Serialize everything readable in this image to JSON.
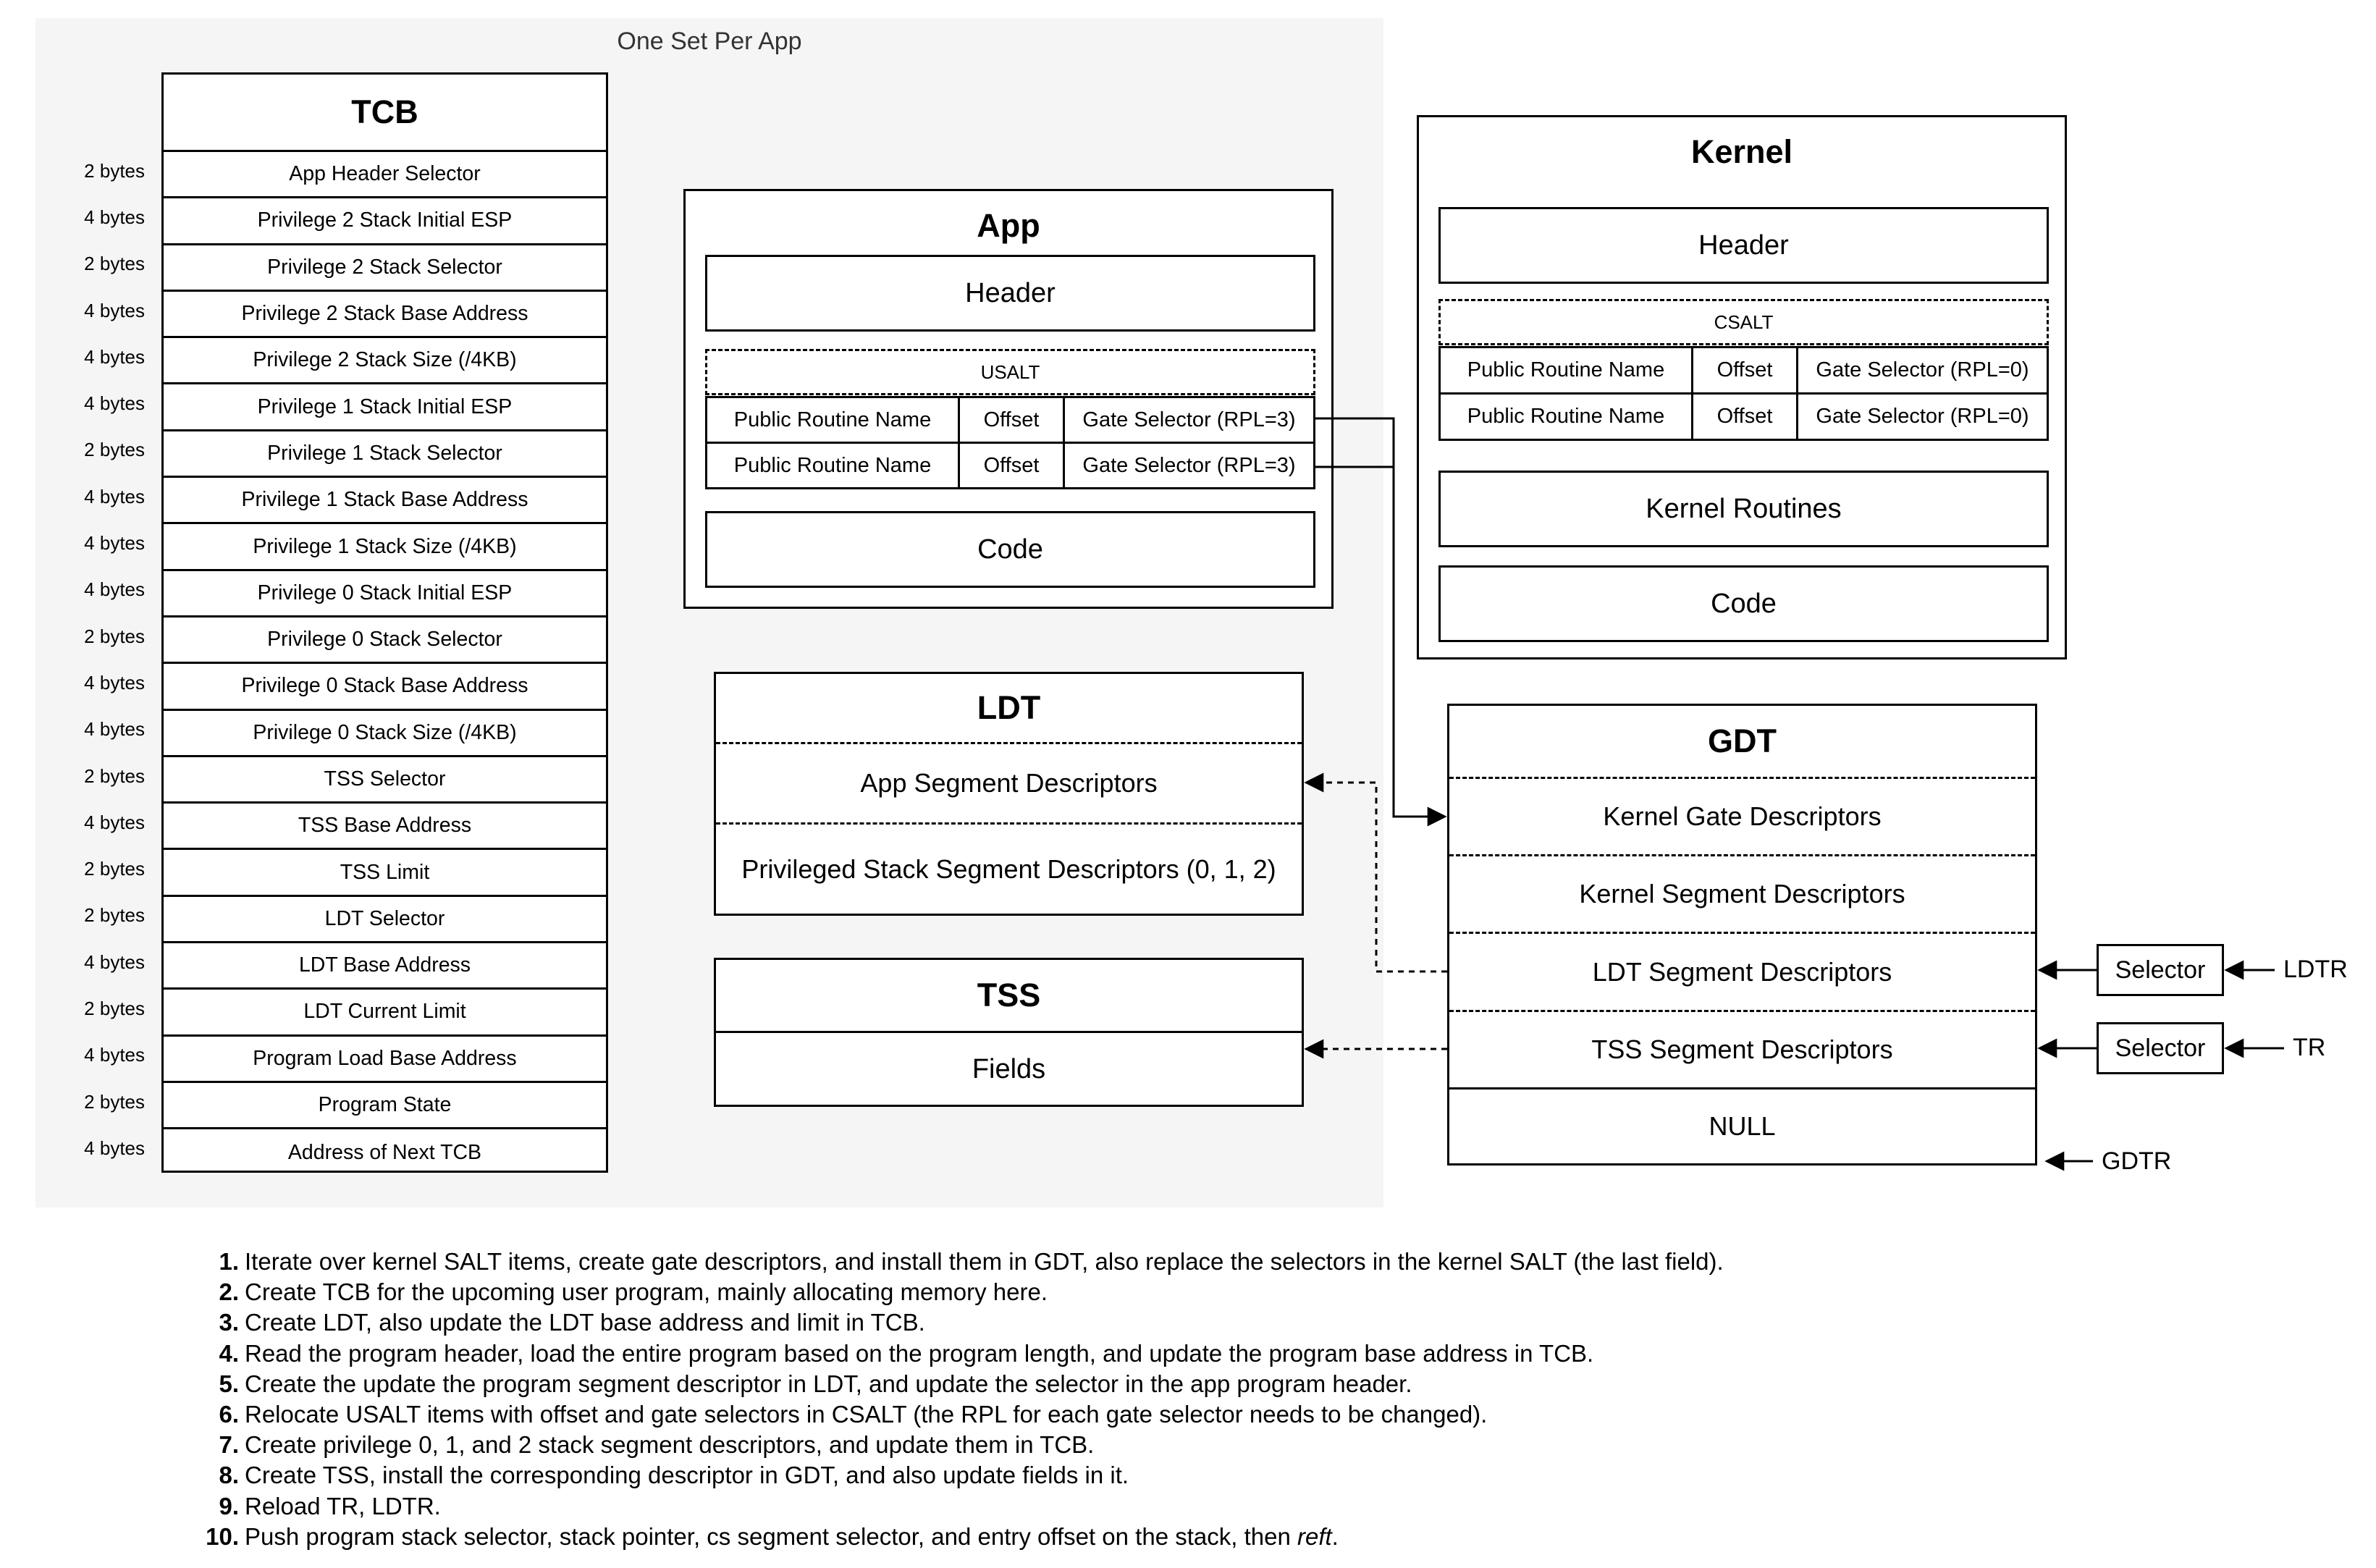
{
  "group": {
    "title": "One Set Per App"
  },
  "tcb": {
    "title": "TCB",
    "rows": [
      {
        "size": "2 bytes",
        "field": "App Header Selector"
      },
      {
        "size": "4 bytes",
        "field": "Privilege 2 Stack Initial ESP"
      },
      {
        "size": "2 bytes",
        "field": "Privilege 2 Stack Selector"
      },
      {
        "size": "4 bytes",
        "field": "Privilege 2 Stack Base Address"
      },
      {
        "size": "4 bytes",
        "field": "Privilege 2 Stack Size (/4KB)"
      },
      {
        "size": "4 bytes",
        "field": "Privilege 1 Stack Initial ESP"
      },
      {
        "size": "2 bytes",
        "field": "Privilege 1 Stack Selector"
      },
      {
        "size": "4 bytes",
        "field": "Privilege 1 Stack Base Address"
      },
      {
        "size": "4 bytes",
        "field": "Privilege 1 Stack Size (/4KB)"
      },
      {
        "size": "4 bytes",
        "field": "Privilege 0 Stack Initial ESP"
      },
      {
        "size": "2 bytes",
        "field": "Privilege 0 Stack Selector"
      },
      {
        "size": "4 bytes",
        "field": "Privilege 0 Stack Base Address"
      },
      {
        "size": "4 bytes",
        "field": "Privilege 0 Stack Size (/4KB)"
      },
      {
        "size": "2 bytes",
        "field": "TSS Selector"
      },
      {
        "size": "4 bytes",
        "field": "TSS Base Address"
      },
      {
        "size": "2 bytes",
        "field": "TSS Limit"
      },
      {
        "size": "2 bytes",
        "field": "LDT Selector"
      },
      {
        "size": "4 bytes",
        "field": "LDT Base Address"
      },
      {
        "size": "2 bytes",
        "field": "LDT Current Limit"
      },
      {
        "size": "4 bytes",
        "field": "Program Load Base Address"
      },
      {
        "size": "2 bytes",
        "field": "Program State"
      },
      {
        "size": "4 bytes",
        "field": "Address of Next TCB"
      }
    ]
  },
  "app": {
    "title": "App",
    "header": "Header",
    "salt_label": "USALT",
    "salt_rows": [
      {
        "name": "Public Routine Name",
        "offset": "Offset",
        "gate": "Gate Selector (RPL=3)"
      },
      {
        "name": "Public Routine Name",
        "offset": "Offset",
        "gate": "Gate Selector (RPL=3)"
      }
    ],
    "code": "Code"
  },
  "kernel": {
    "title": "Kernel",
    "header": "Header",
    "salt_label": "CSALT",
    "salt_rows": [
      {
        "name": "Public Routine Name",
        "offset": "Offset",
        "gate": "Gate Selector (RPL=0)"
      },
      {
        "name": "Public Routine Name",
        "offset": "Offset",
        "gate": "Gate Selector (RPL=0)"
      }
    ],
    "routines": "Kernel Routines",
    "code": "Code"
  },
  "ldt": {
    "title": "LDT",
    "items": [
      "App Segment Descriptors",
      "Privileged Stack Segment Descriptors (0, 1, 2)"
    ]
  },
  "tss": {
    "title": "TSS",
    "fields": "Fields"
  },
  "gdt": {
    "title": "GDT",
    "items": [
      "Kernel Gate Descriptors",
      "Kernel Segment Descriptors",
      "LDT Segment Descriptors",
      "TSS Segment Descriptors"
    ],
    "null": "NULL"
  },
  "registers": {
    "selector_label": "Selector",
    "ldtr": "LDTR",
    "tr": "TR",
    "gdtr": "GDTR"
  },
  "steps": [
    {
      "num": "1.",
      "text": "Iterate over kernel SALT items, create gate descriptors, and install them in GDT, also replace the selectors in the kernel SALT (the last field)."
    },
    {
      "num": "2.",
      "text": "Create TCB for the upcoming user program, mainly allocating memory here."
    },
    {
      "num": "3.",
      "text": "Create LDT, also update the LDT base address and limit in TCB."
    },
    {
      "num": "4.",
      "text": "Read the program header, load the entire program based on the program length, and update the program base address in TCB."
    },
    {
      "num": "5.",
      "text": "Create the update the program segment descriptor in LDT, and update the selector in the app program header."
    },
    {
      "num": "6.",
      "text": "Relocate USALT items with offset and gate selectors in CSALT (the RPL for each gate selector needs to be changed)."
    },
    {
      "num": "7.",
      "text": "Create privilege 0, 1, and 2 stack segment descriptors, and update them in TCB."
    },
    {
      "num": "8.",
      "text": "Create TSS, install the corresponding descriptor in GDT, and also update fields in it."
    },
    {
      "num": "9.",
      "text": "Reload TR, LDTR."
    },
    {
      "num": "10.",
      "text": "Push program stack selector, stack pointer, cs segment selector, and entry offset on the stack, then ",
      "emph": "reft",
      "end": "."
    }
  ]
}
